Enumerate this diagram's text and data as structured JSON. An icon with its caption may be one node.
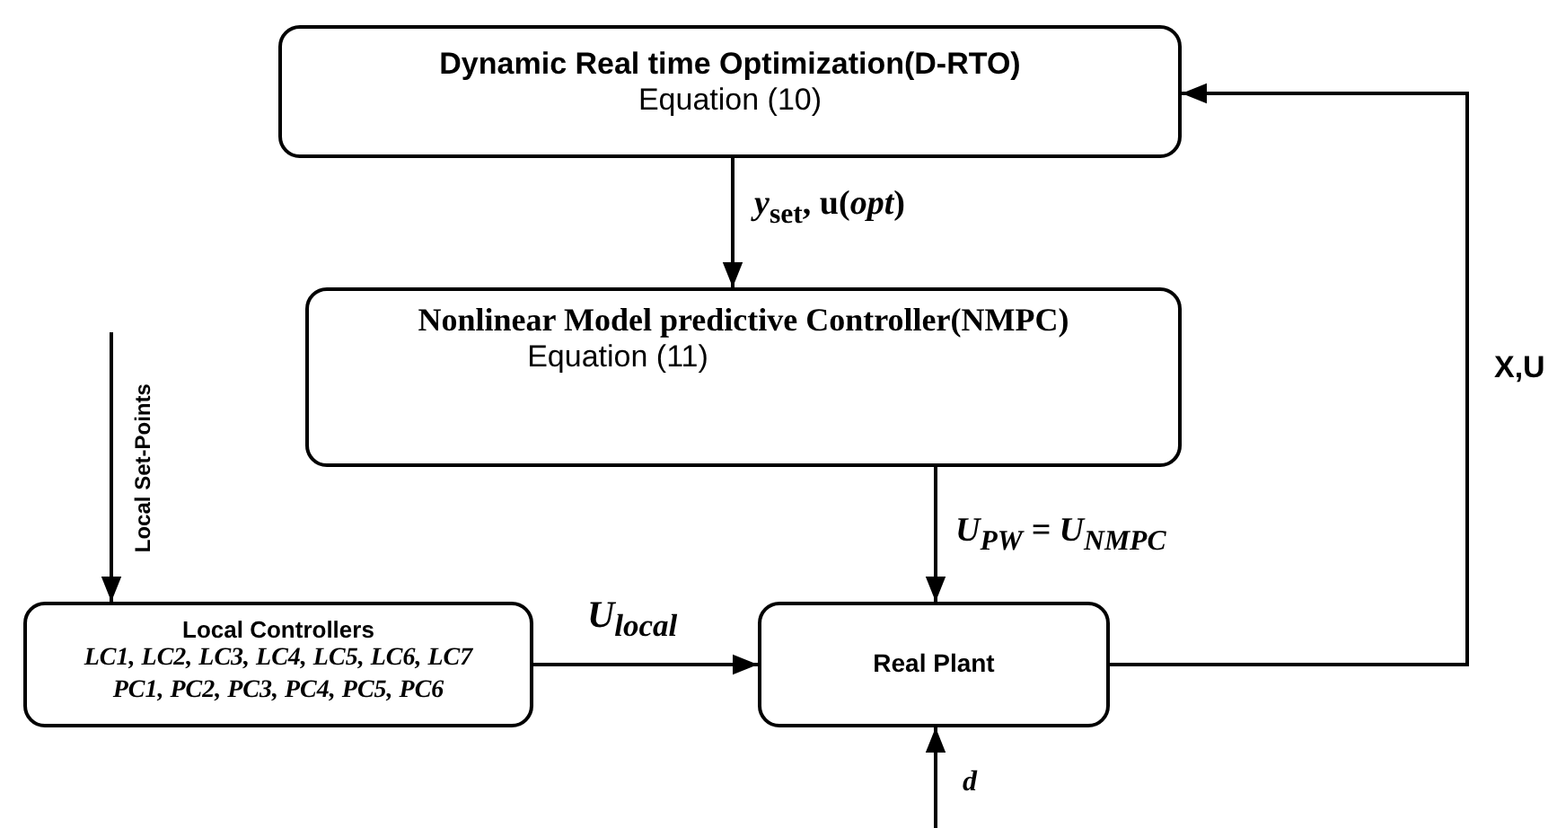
{
  "diagram": {
    "nodes": [
      {
        "text": [
          "Dynamic  Real time Optimization(D-RTO)",
          "Equation (10)"
        ]
      },
      {
        "text": [
          "Nonlinear Model predictive Controller(NMPC)",
          "Equation (11)"
        ]
      },
      {
        "text": [
          "Local Controllers",
          "LC1, LC2, LC3, LC4, LC5, LC6, LC7 PC1, PC2, PC3, PC4, PC5, PC6"
        ]
      },
      {
        "text": [
          "Real Plant"
        ]
      }
    ],
    "edges": [
      {
        "from": 0,
        "to": 1,
        "arrow": "to",
        "label": "*y*$_{set}$, u(*opt*)"
      },
      {
        "from": 1,
        "to": 3,
        "arrow": "to",
        "label": "U$_{PW}$ = U$_{NMPC}$"
      },
      {
        "from": 2,
        "to": 3,
        "arrow": "to",
        "label": "U$_{local}$"
      },
      {
        "from": 3,
        "to": 0,
        "arrow": "to",
        "label": "X,U"
      },
      {
        "from": null,
        "to": 2,
        "arrow": "to",
        "label": "Local Set-Points"
      },
      {
        "from": null,
        "to": 3,
        "arrow": "to",
        "label": "d"
      }
    ]
  }
}
